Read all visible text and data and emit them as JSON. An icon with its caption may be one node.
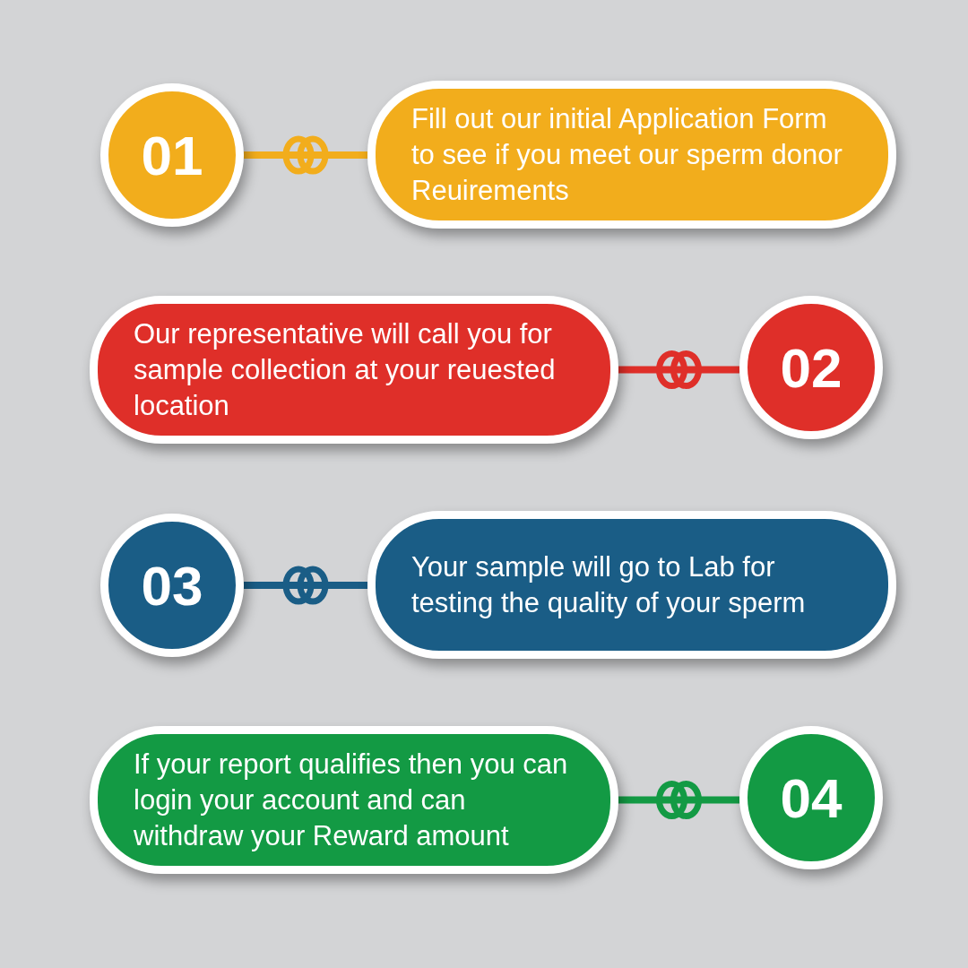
{
  "diagram": {
    "nodes": [
      {
        "text": [
          "01"
        ]
      },
      {
        "text": [
          "Fill out our initial Application Form to see if you meet our sperm donor Reuirements"
        ]
      },
      {
        "text": [
          "Our representative will call you for sample collection at your reuested location"
        ]
      },
      {
        "text": [
          "02"
        ]
      },
      {
        "text": [
          "03"
        ]
      },
      {
        "text": [
          "Your sample will go to Lab for testing the quality of your sperm"
        ]
      },
      {
        "text": [
          "If your report qualifies then you can login your account and can withdraw your Reward amount"
        ]
      },
      {
        "text": [
          "04"
        ]
      }
    ],
    "edges": [
      {
        "from": 0,
        "to": 1,
        "arrow": "none",
        "color": "#f2ad1c"
      },
      {
        "from": 2,
        "to": 3,
        "arrow": "none",
        "color": "#df2f29"
      },
      {
        "from": 4,
        "to": 5,
        "arrow": "none",
        "color": "#1a5d86"
      },
      {
        "from": 6,
        "to": 7,
        "arrow": "none",
        "color": "#139a44"
      }
    ]
  }
}
